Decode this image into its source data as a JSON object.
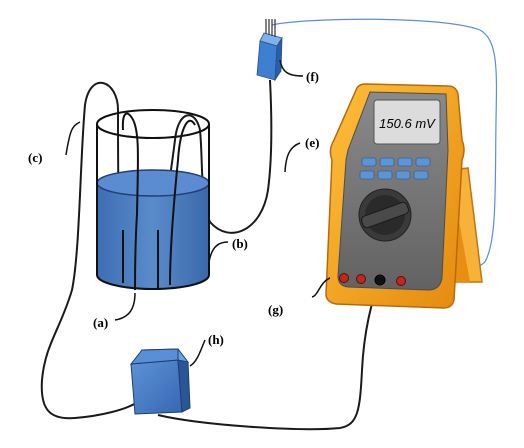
{
  "meter": {
    "reading": "150.6 mV"
  },
  "labels": {
    "a": "(a)",
    "b": "(b)",
    "c": "(c)",
    "e": "(e)",
    "f": "(f)",
    "g": "(g)",
    "h": "(h)"
  },
  "colors": {
    "solution": "#4f7fc0",
    "meter_body": "#f5a01d",
    "meter_face": "#7c7c7c",
    "lcd": "#dcdcdc",
    "buttons": "#5b95d6",
    "box": "#3f76c2",
    "sensor": "#3d7fd0",
    "probe_wire": "#5b8dd9",
    "jack_red": "#c0281d"
  }
}
